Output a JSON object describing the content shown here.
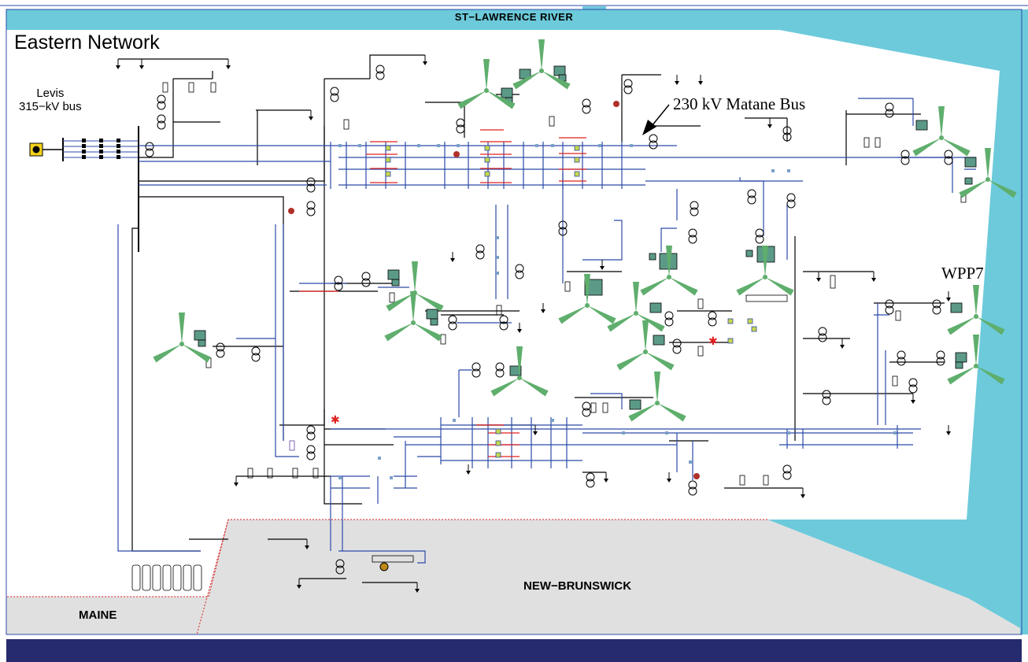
{
  "labels": {
    "river": "ST−LAWRENCE RIVER",
    "network": "Eastern Network",
    "levis_line1": "Levis",
    "levis_line2": "315−kV bus",
    "matane": "230 kV Matane Bus",
    "wpp": "WPP7",
    "new_brunswick": "NEW−BRUNSWICK",
    "maine": "MAINE"
  },
  "colors": {
    "river": "#6ccadb",
    "neighbor_area": "#e0e0e0",
    "border_dash": "#e02020",
    "footer_bar": "#262a6e",
    "line_blue": "#2c4aa8",
    "line_black": "#000000",
    "turbine_green": "#5fae6d",
    "generator_box": "#5c9a88",
    "bus_node": "#c8d84a"
  },
  "icons": [
    "wind-turbine-icon",
    "generator-icon",
    "transformer-icon",
    "source-icon",
    "load-icon",
    "arrow-icon"
  ]
}
